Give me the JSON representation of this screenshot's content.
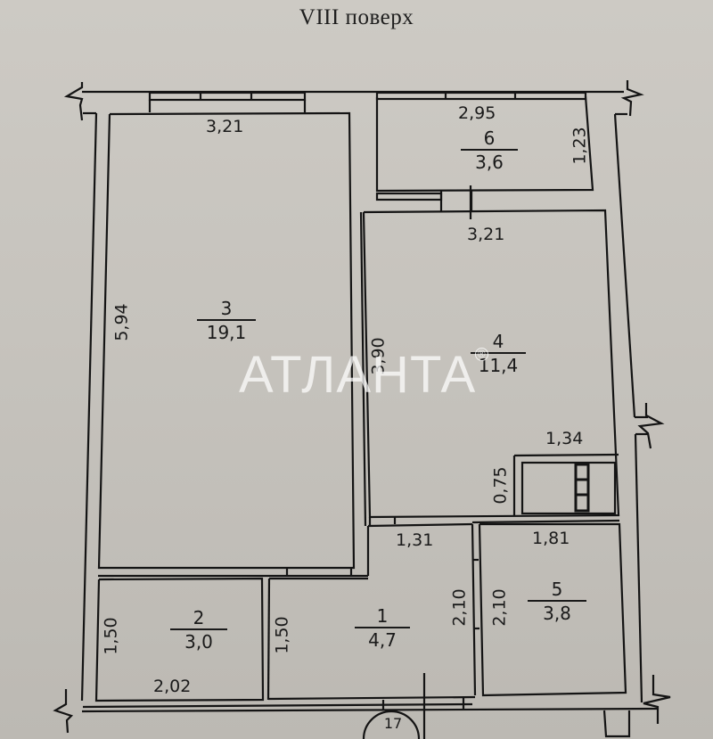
{
  "header": {
    "title": "VIII поверх"
  },
  "watermark": {
    "text": "АТЛАНТА",
    "mark": "®"
  },
  "rooms": [
    {
      "id": "1",
      "number": "1",
      "area": "4,7"
    },
    {
      "id": "2",
      "number": "2",
      "area": "3,0"
    },
    {
      "id": "3",
      "number": "3",
      "area": "19,1"
    },
    {
      "id": "4",
      "number": "4",
      "area": "11,4"
    },
    {
      "id": "5",
      "number": "5",
      "area": "3,8"
    },
    {
      "id": "6",
      "number": "6",
      "area": "3,6"
    }
  ],
  "dimensions": {
    "room3_width": "3,21",
    "room3_length": "5,94",
    "room6_width": "2,95",
    "room6_depth": "1,23",
    "room4_width": "3,21",
    "room4_length": "3,90",
    "niche_width": "1,34",
    "niche_depth": "0,75",
    "room1_width": "1,31",
    "room1_length": "2,10",
    "room5_width": "1,81",
    "room5_length": "2,10",
    "room2_width": "2,02",
    "room2_length": "1,50",
    "corridor_length": "1,50"
  },
  "axis_marker": {
    "label": "17"
  },
  "colors": {
    "paper": "#c9c6c0",
    "ink": "#1a1a1a",
    "watermark": "#ffffff"
  }
}
